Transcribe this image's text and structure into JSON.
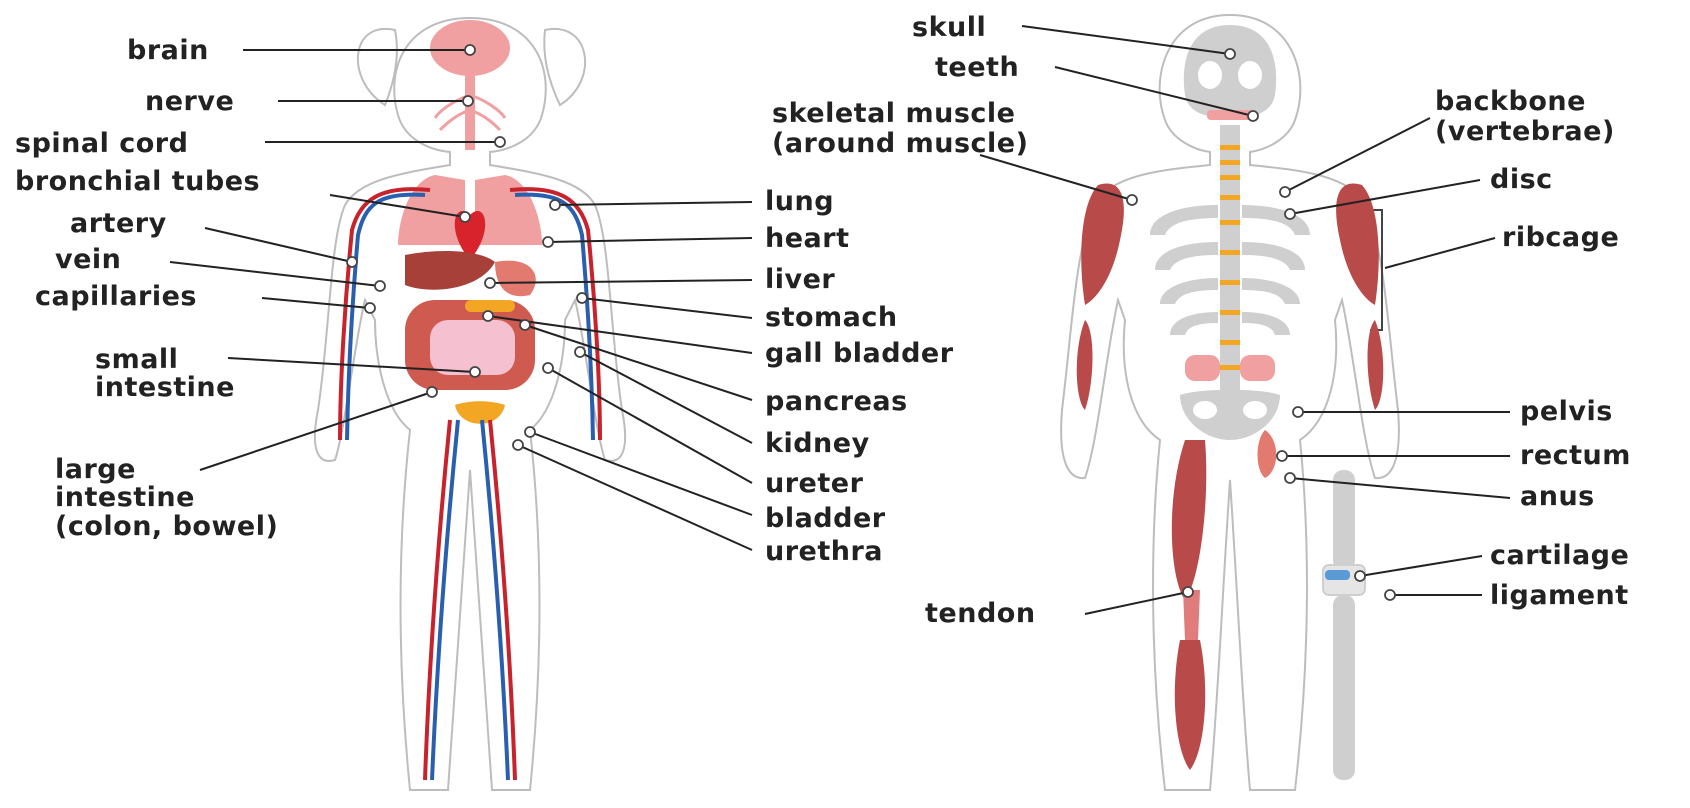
{
  "colors": {
    "text": "#222222",
    "artery": "#c8232c",
    "vein": "#2a5fb0",
    "muscle": "#b94a4a",
    "bone": "#cfcfcf",
    "disc": "#f2a623",
    "organ_pink": "#f0a0a0",
    "cartilage": "#5b9bd5"
  },
  "left_figure": {
    "labels": {
      "brain": "brain",
      "nerve": "nerve",
      "spinal_cord": "spinal cord",
      "bronchial_tubes": "bronchial tubes",
      "artery": "artery",
      "vein": "vein",
      "capillaries": "capillaries",
      "small_intestine_1": "small",
      "small_intestine_2": "intestine",
      "large_intestine_1": "large",
      "large_intestine_2": "intestine",
      "large_intestine_3": "(colon, bowel)",
      "lung": "lung",
      "heart": "heart",
      "liver": "liver",
      "stomach": "stomach",
      "gall_bladder": "gall bladder",
      "pancreas": "pancreas",
      "kidney": "kidney",
      "ureter": "ureter",
      "bladder": "bladder",
      "urethra": "urethra"
    }
  },
  "right_figure": {
    "labels": {
      "skull": "skull",
      "teeth": "teeth",
      "skeletal_muscle_1": "skeletal muscle",
      "skeletal_muscle_2": "(around muscle)",
      "backbone_1": "backbone",
      "backbone_2": "(vertebrae)",
      "disc": "disc",
      "ribcage": "ribcage",
      "pelvis": "pelvis",
      "rectum": "rectum",
      "anus": "anus",
      "cartilage": "cartilage",
      "ligament": "ligament",
      "tendon": "tendon"
    }
  }
}
